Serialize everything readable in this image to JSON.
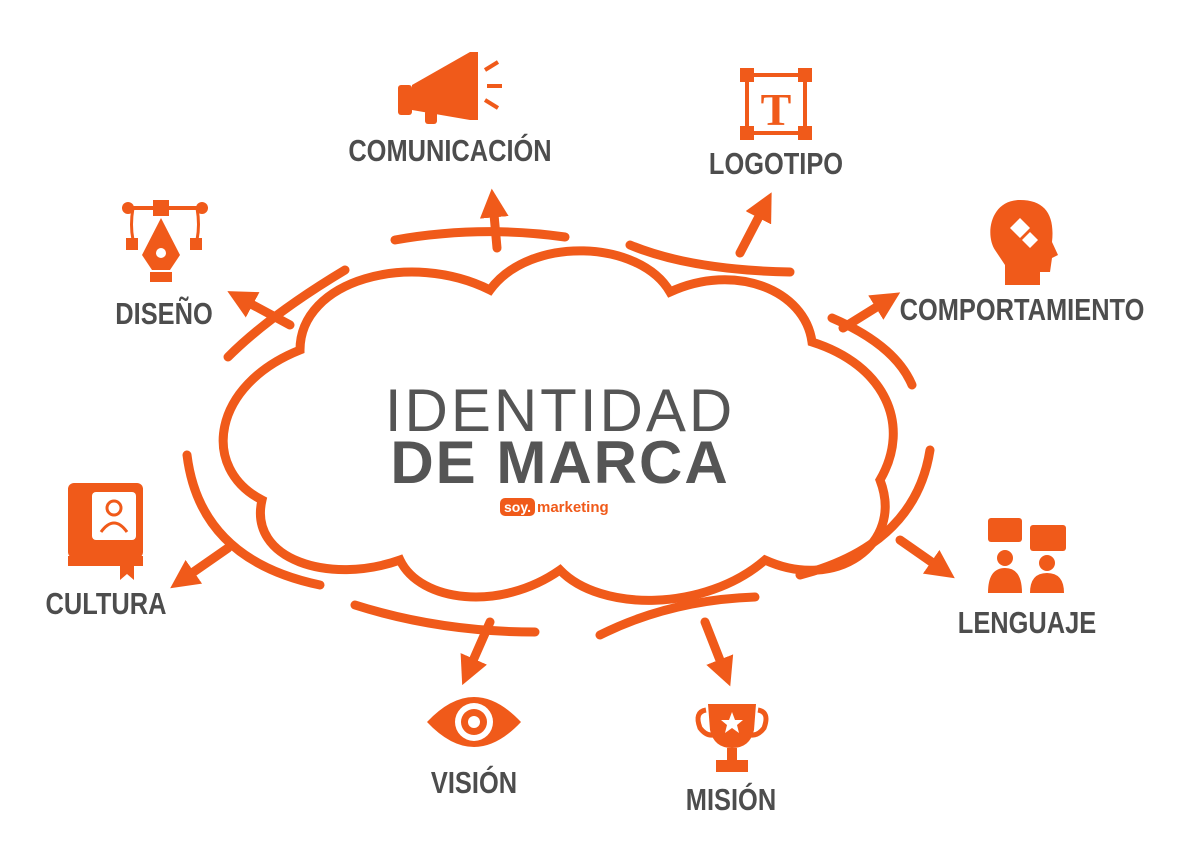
{
  "title": {
    "line1": "IDENTIDAD",
    "line2": "DE MARCA"
  },
  "logo": {
    "part1": "soy.",
    "part2": "marketing"
  },
  "colors": {
    "accent": "#f05a1a",
    "text": "#4d4d4d"
  },
  "nodes": [
    {
      "label": "COMUNICACIÓN",
      "icon": "megaphone-icon"
    },
    {
      "label": "LOGOTIPO",
      "icon": "text-frame-icon"
    },
    {
      "label": "COMPORTAMIENTO",
      "icon": "head-puzzle-icon"
    },
    {
      "label": "LENGUAJE",
      "icon": "people-chat-icon"
    },
    {
      "label": "MISIÓN",
      "icon": "trophy-icon"
    },
    {
      "label": "VISIÓN",
      "icon": "eye-icon"
    },
    {
      "label": "CULTURA",
      "icon": "book-user-icon"
    },
    {
      "label": "DISEÑO",
      "icon": "pen-tool-icon"
    }
  ]
}
